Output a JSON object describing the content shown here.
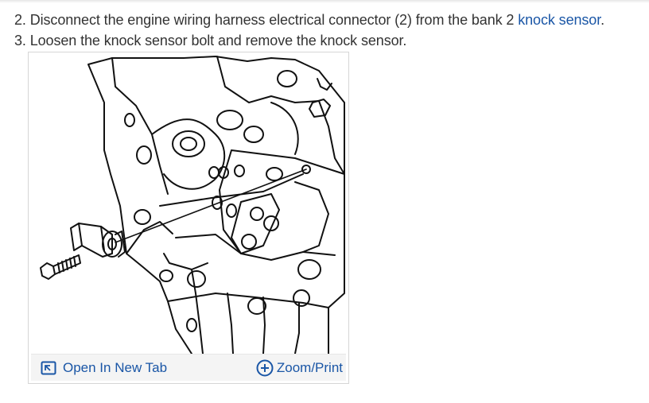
{
  "instructions": {
    "step2": {
      "number": "2.",
      "text": "Disconnect the engine wiring harness electrical connector (2) from the bank 2",
      "link": "knock sensor",
      "end": "."
    },
    "step3": {
      "number": "3.",
      "text": "Loosen the knock sensor bolt and remove the knock sensor."
    }
  },
  "figure": {
    "icon": "engine-block-line-drawing",
    "toolbar": {
      "open_label": "Open In New Tab",
      "open_icon": "open-in-new-tab-icon",
      "zoom_label": "Zoom/Print",
      "zoom_icon": "zoom-plus-icon"
    }
  },
  "colors": {
    "link": "#1a56a6",
    "text": "#333333",
    "toolbar_bg": "#f4f4f4",
    "border": "#d6d6d6"
  }
}
